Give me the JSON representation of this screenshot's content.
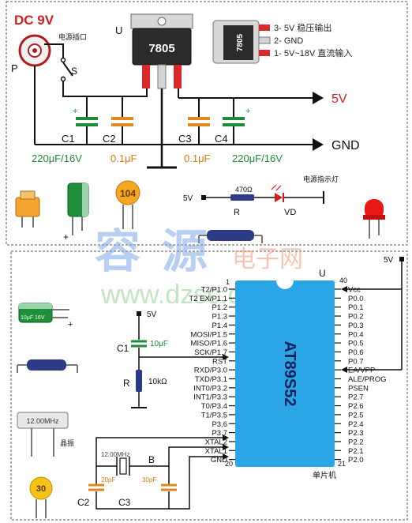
{
  "top": {
    "dc_label": "DC 9V",
    "jack_label": "电源插口",
    "P": "P",
    "S": "S",
    "U": "U",
    "reg_part": "7805",
    "reg_part_small": "7805",
    "pin3": "3- 5V 稳压输出",
    "pin2": "2- GND",
    "pin1": "1- 5V~18V 直流输入",
    "vout": "5V",
    "gnd": "GND",
    "c1": "C1",
    "c2": "C2",
    "c3": "C3",
    "c4": "C4",
    "plus": "+",
    "c1_val": "220μF/16V",
    "c2_val": "0.1μF",
    "c3_val": "0.1μF",
    "c4_val": "220μF/16V",
    "ceramic_code": "104",
    "led_5v": "5V",
    "res_val": "470Ω",
    "led_title": "电源指示灯",
    "R": "R",
    "VD": "VD"
  },
  "watermark": {
    "cn1": "容",
    "cn2": "源",
    "cn3": "电子网",
    "url": "www.dzsc.com"
  },
  "mcu": {
    "chip": "AT89S52",
    "U": "U",
    "vcc_label": "5V",
    "pin40": "40",
    "pin1": "1",
    "pin20": "20",
    "pin21": "21",
    "title": "单片机",
    "left_pins": [
      "T2/P1.0",
      "T2 EX/P1.1",
      "P1.2",
      "P1.3",
      "P1.4",
      "MOSI/P1.5",
      "MISO/P1.6",
      "SCK/P1.7",
      "RST",
      "RXD/P3.0",
      "TXD/P3.1",
      "INT0/P3.2",
      "INT1/P3.3",
      "T0/P3.4",
      "T1/P3.5",
      "P3.6",
      "P3.7",
      "XTAL2",
      "XTAL1",
      "GND"
    ],
    "right_pins": [
      "Vcc",
      "P0.0",
      "P0.1",
      "P0.2",
      "P0.3",
      "P0.4",
      "P0.5",
      "P0.6",
      "P0.7",
      "EA/VPP",
      "ALE/PROG",
      "PSEN",
      "P2.7",
      "P2.6",
      "P2.5",
      "P2.4",
      "P2.3",
      "P2.2",
      "P2.1",
      "P2.0"
    ],
    "reset_5v": "5V",
    "reset_c1": "C1",
    "reset_cap_val": "10μF",
    "reset_R": "R",
    "reset_res_val": "10kΩ",
    "xtal_val": "12.00MHz",
    "xtal_B": "B",
    "c20": "20pF",
    "c30": "30pF",
    "C2": "C2",
    "C3": "C3"
  },
  "legend": {
    "cap_text": "10μF 16V",
    "plus": "+",
    "crystal_text": "12.00MHz",
    "crystal_label": "晶振",
    "ceramic_code": "30"
  }
}
